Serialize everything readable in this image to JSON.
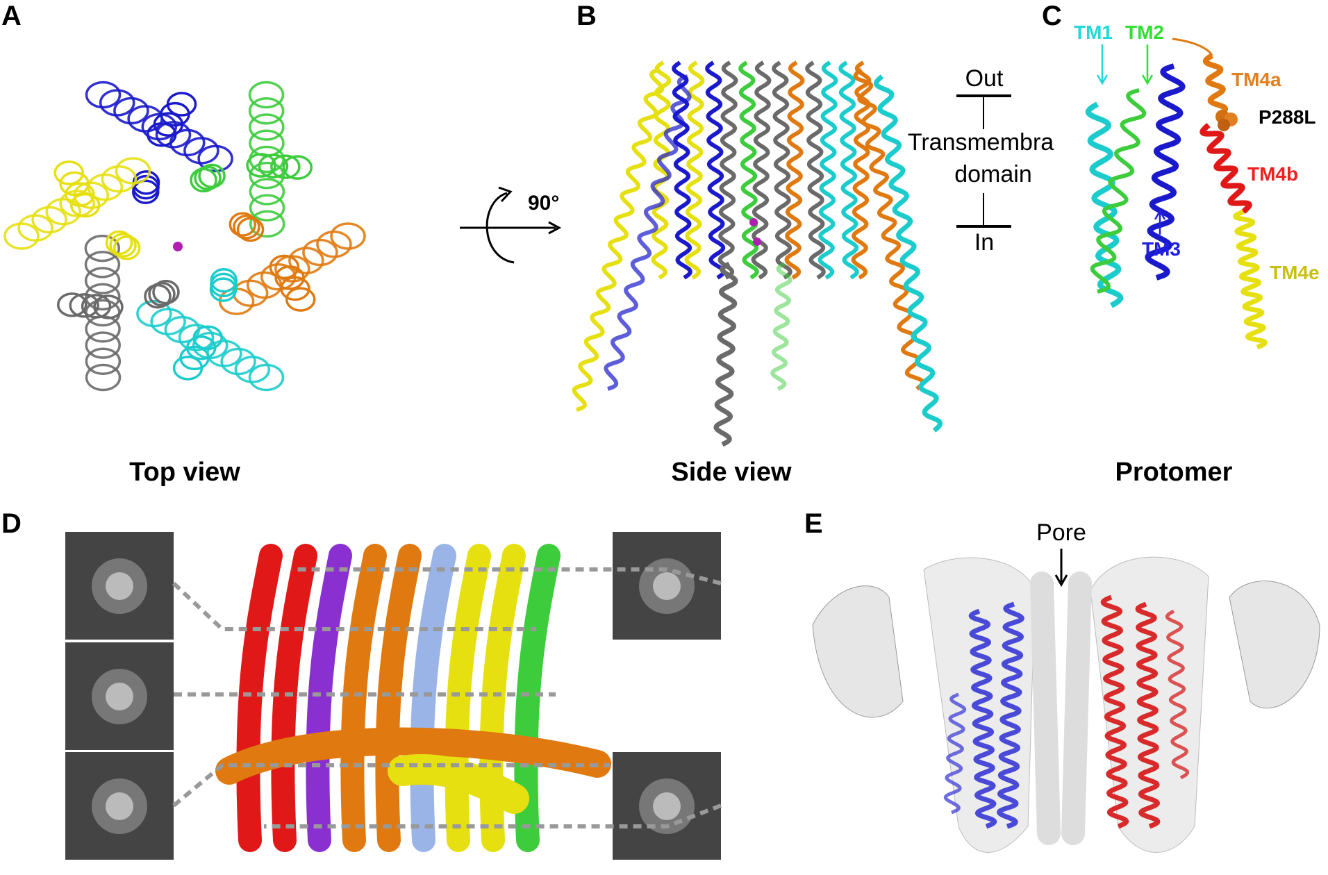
{
  "panels": {
    "A": {
      "label": "A",
      "title": "Top view"
    },
    "B": {
      "label": "B",
      "title": "Side view",
      "rotation": "90°"
    },
    "C": {
      "label": "C",
      "title": "Protomer"
    },
    "D": {
      "label": "D"
    },
    "E": {
      "label": "E",
      "pore": "Pore"
    }
  },
  "membrane": {
    "out": "Out",
    "line1": "Transmembra",
    "line2": "domain",
    "in": "In"
  },
  "helix_labels": {
    "tm1": "TM1",
    "tm2": "TM2",
    "tm3": "TM3",
    "tm4a": "TM4a",
    "tm4b": "TM4b",
    "tm4e": "TM4e",
    "mutation": "P288L"
  },
  "colors": {
    "blue": "#1a1acc",
    "green": "#3ccc3c",
    "orange": "#e07a10",
    "cyan": "#1ccccc",
    "gray": "#6a6a6a",
    "yellow": "#e6e010",
    "red": "#e01818",
    "purple": "#8a30d0",
    "lightblue": "#9ab4e8",
    "magenta": "#b020b0",
    "tm4e_text": "#c8c010"
  }
}
